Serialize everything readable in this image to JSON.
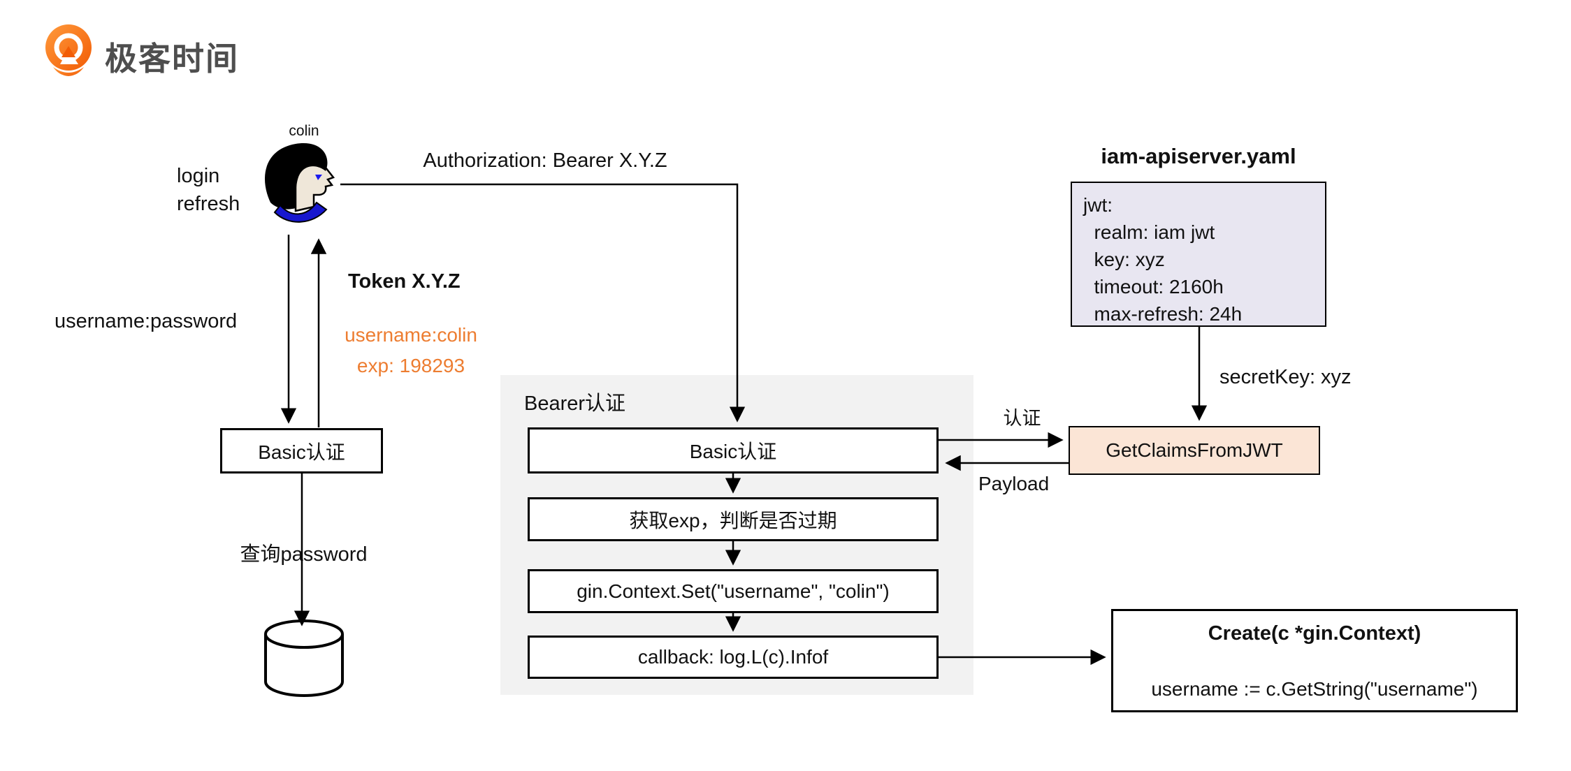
{
  "logo": {
    "brand": "极客时间"
  },
  "actor": {
    "name": "colin",
    "action_lines": [
      "login",
      "refresh"
    ]
  },
  "labels": {
    "authorization": "Authorization: Bearer X.Y.Z",
    "username_password": "username:password",
    "token_title": "Token X.Y.Z",
    "claim_lines": [
      "username:colin",
      "exp: 198293"
    ],
    "query_password": "查询password",
    "auth_arrow": "认证",
    "payload_arrow": "Payload",
    "secret_key": "secretKey: xyz"
  },
  "left_flow": {
    "basic_auth": "Basic认证"
  },
  "bearer_group": {
    "title": "Bearer认证",
    "steps": [
      "Basic认证",
      "获取exp，判断是否过期",
      "gin.Context.Set(\"username\", \"colin\")",
      "callback: log.L(c).Infof"
    ]
  },
  "config": {
    "title": "iam-apiserver.yaml",
    "lines": [
      "jwt:",
      "  realm: iam jwt",
      "  key: xyz",
      "  timeout: 2160h",
      "  max-refresh: 24h"
    ]
  },
  "jwt_function": {
    "label": "GetClaimsFromJWT"
  },
  "create_handler": {
    "title": "Create(c *gin.Context)",
    "body": "username := c.GetString(\"username\")"
  },
  "colors": {
    "accent_orange": "#ED7D31",
    "group_bg": "#f2f2f2",
    "config_bg": "#e8e6f1",
    "jwt_bg": "#fbe5d6",
    "logo_orange": "#f97317"
  }
}
